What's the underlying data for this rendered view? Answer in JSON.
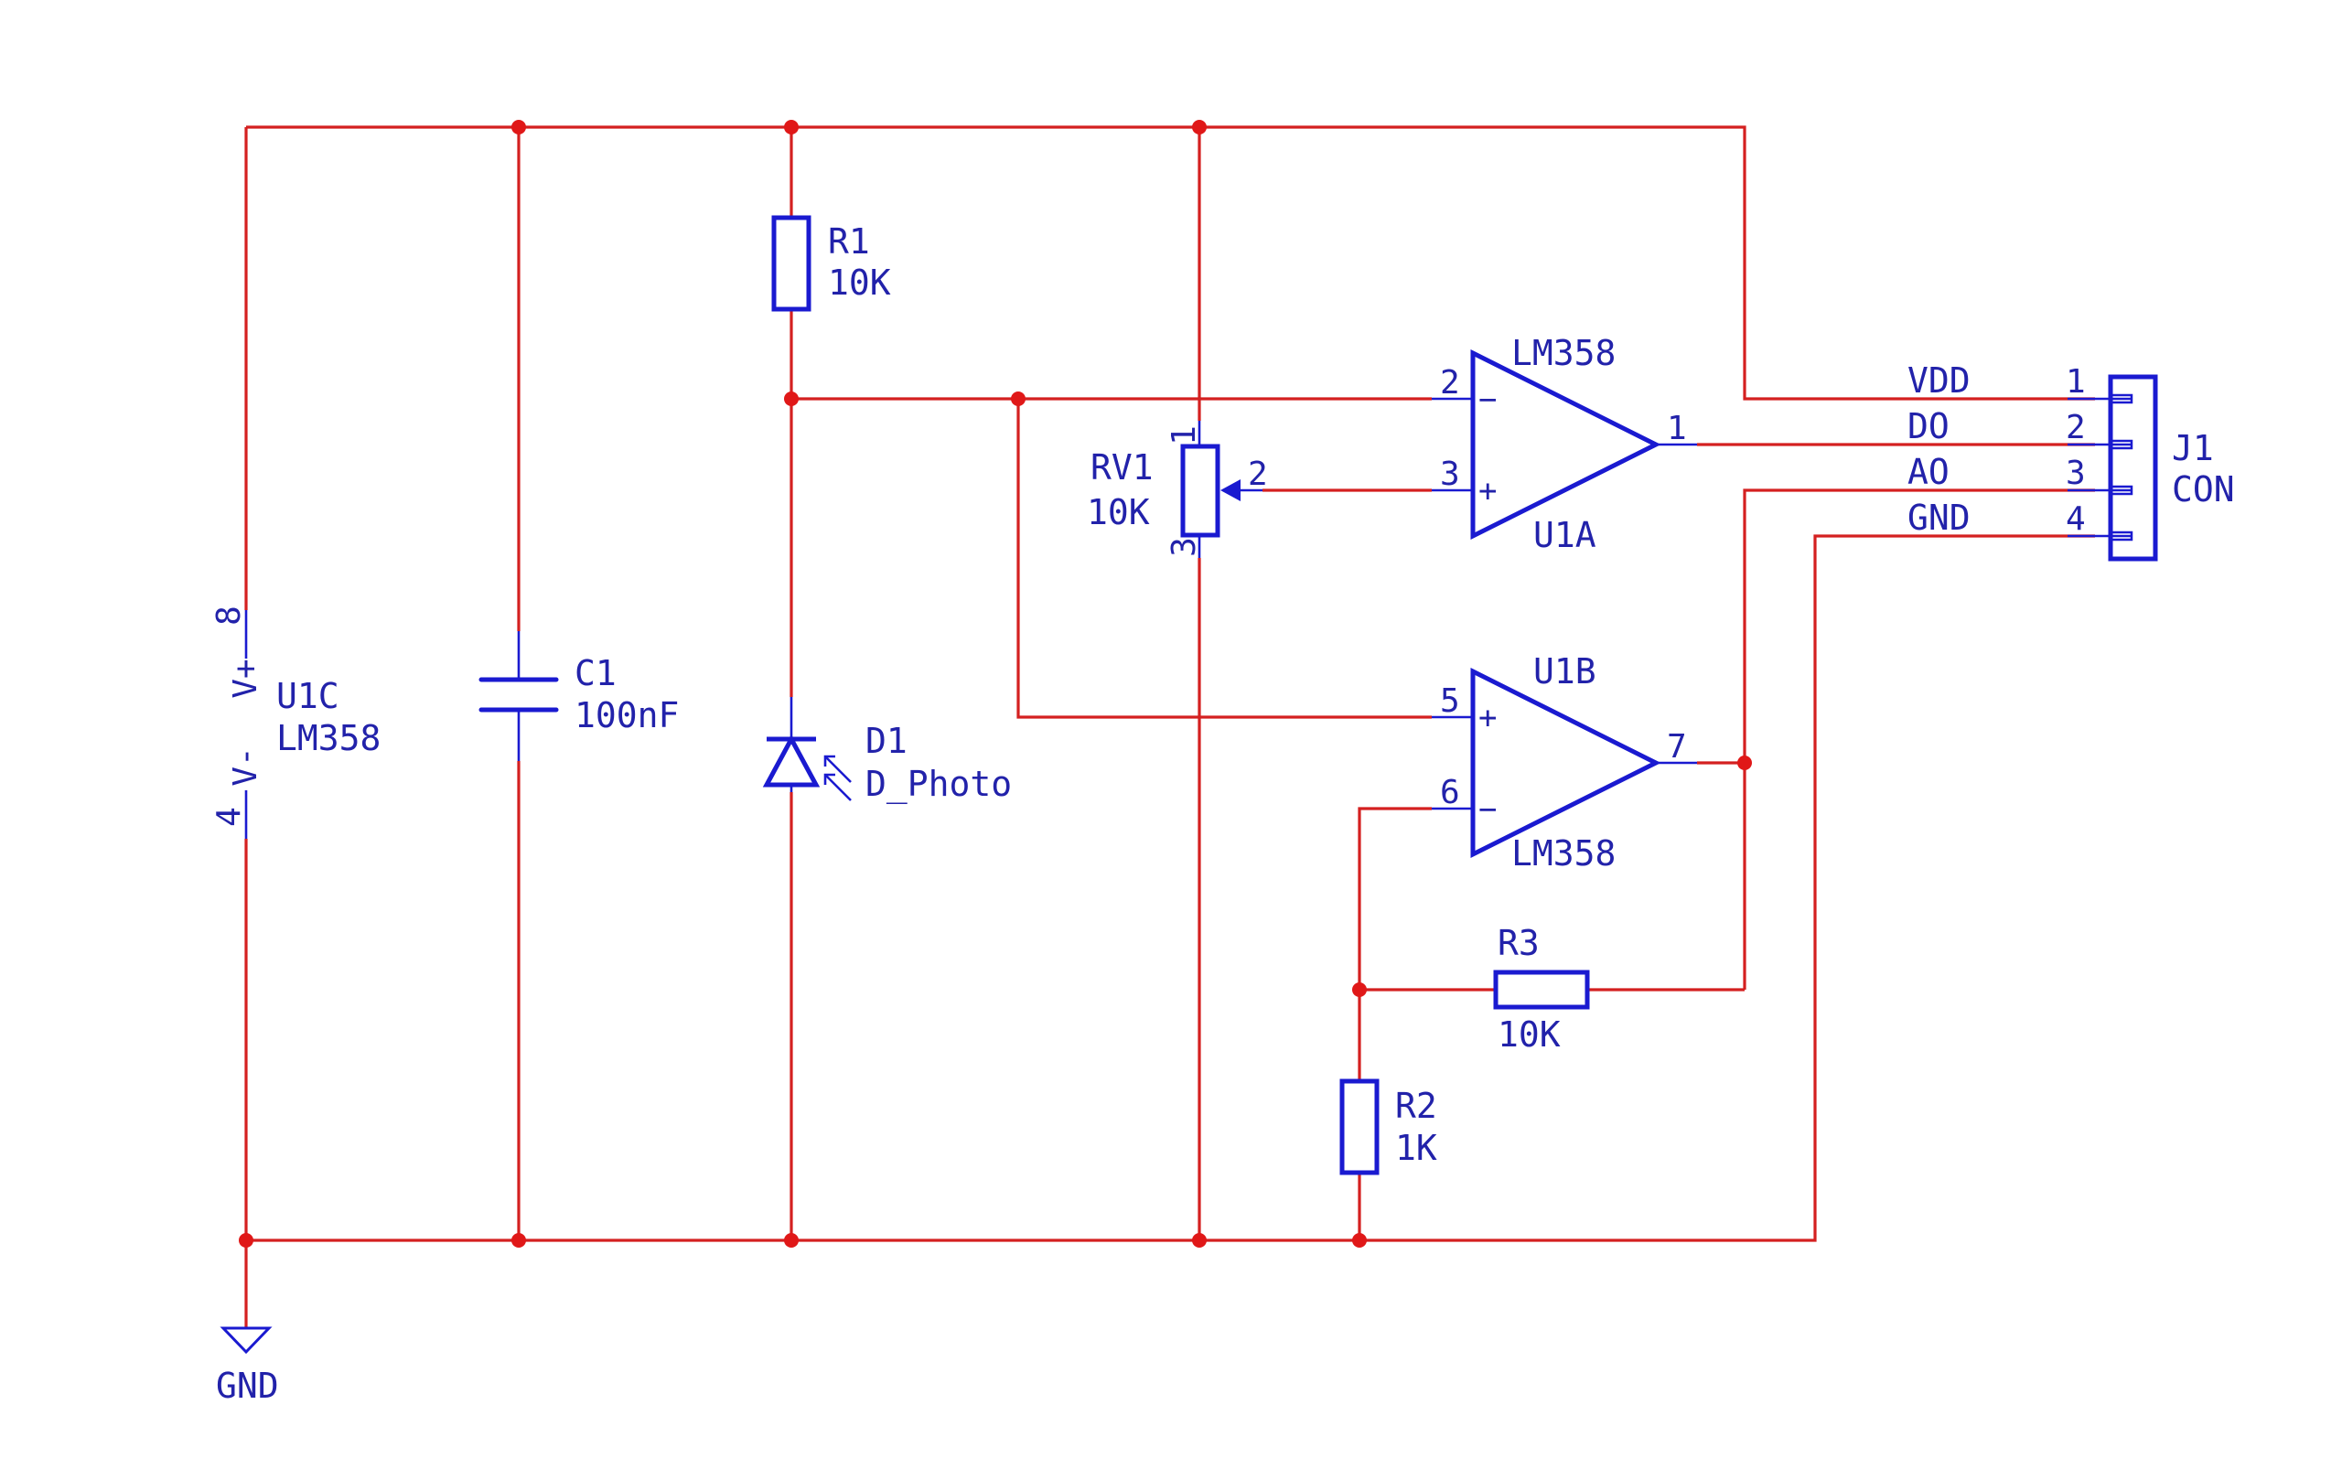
{
  "components": {
    "u1c": {
      "ref": "U1C",
      "value": "LM358",
      "pin_vp_num": "8",
      "pin_vp_name": "V+",
      "pin_vm_num": "4",
      "pin_vm_name": "V-"
    },
    "c1": {
      "ref": "C1",
      "value": "100nF"
    },
    "r1": {
      "ref": "R1",
      "value": "10K"
    },
    "d1": {
      "ref": "D1",
      "value": "D_Photo"
    },
    "rv1": {
      "ref": "RV1",
      "value": "10K",
      "pin1": "1",
      "pin2": "2",
      "pin3": "3"
    },
    "u1a": {
      "ref": "U1A",
      "value": "LM358",
      "pin_inv": "2",
      "pin_noninv": "3",
      "pin_out": "1",
      "sign_minus": "−",
      "sign_plus": "+"
    },
    "u1b": {
      "ref": "U1B",
      "value": "LM358",
      "pin_noninv": "5",
      "pin_inv": "6",
      "pin_out": "7",
      "sign_minus": "−",
      "sign_plus": "+"
    },
    "r3": {
      "ref": "R3",
      "value": "10K"
    },
    "r2": {
      "ref": "R2",
      "value": "1K"
    },
    "j1": {
      "ref": "J1",
      "value": "CON",
      "pins": [
        {
          "num": "1",
          "name": "VDD"
        },
        {
          "num": "2",
          "name": "DO"
        },
        {
          "num": "3",
          "name": "AO"
        },
        {
          "num": "4",
          "name": "GND"
        }
      ]
    },
    "gnd": {
      "label": "GND"
    }
  },
  "colors": {
    "wire": "#d42020",
    "junction": "#e01818",
    "symbol": "#1a1ad0",
    "text": "#2222aa",
    "background": "#ffffff"
  }
}
